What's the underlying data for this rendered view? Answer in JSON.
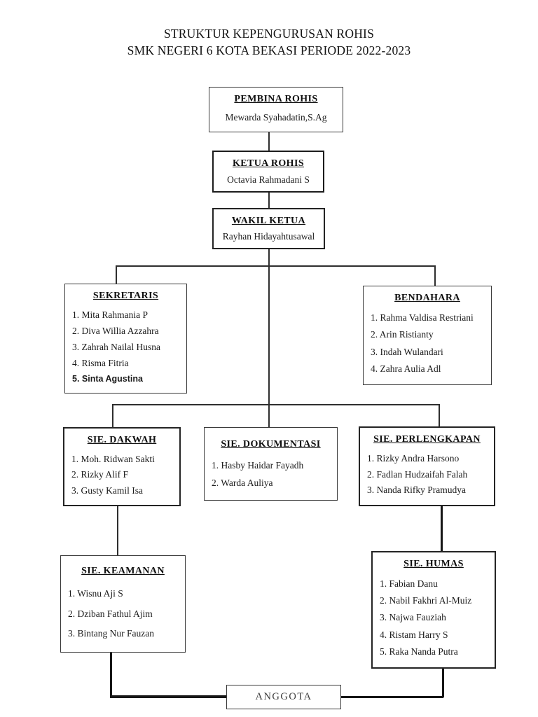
{
  "page": {
    "title_line1": "STRUKTUR KEPENGURUSAN ROHIS",
    "title_line2": "SMK NEGERI 6 KOTA BEKASI PERIODE 2022-2023"
  },
  "boxes": {
    "pembina": {
      "heading": "PEMBINA ROHIS",
      "members": [
        "Mewarda Syahadatin,S.Ag"
      ]
    },
    "ketua": {
      "heading": "KETUA ROHIS",
      "members": [
        "Octavia Rahmadani S"
      ]
    },
    "wakil": {
      "heading": "WAKIL KETUA",
      "members": [
        "Rayhan Hidayahtusawal"
      ]
    },
    "sekretaris": {
      "heading": "SEKRETARIS",
      "members": [
        "1. Mita Rahmania P",
        "2. Diva Willia Azzahra",
        "3. Zahrah Nailal Husna",
        "4. Risma Fitria",
        "5. Sinta Agustina"
      ]
    },
    "bendahara": {
      "heading": "BENDAHARA",
      "members": [
        "1. Rahma Valdisa Restriani",
        "2. Arin Ristianty",
        "3. Indah Wulandari",
        "4. Zahra Aulia Adl"
      ]
    },
    "dakwah": {
      "heading": "SIE. DAKWAH",
      "members": [
        "1. Moh. Ridwan Sakti",
        "2. Rizky Alif F",
        "3. Gusty Kamil Isa"
      ]
    },
    "dokumentasi": {
      "heading": "SIE. DOKUMENTASI",
      "members": [
        "1. Hasby Haidar Fayadh",
        "2. Warda Auliya"
      ]
    },
    "perlengkapan": {
      "heading": "SIE. PERLENGKAPAN",
      "members": [
        "1. Rizky Andra Harsono",
        "2. Fadlan Hudzaifah Falah",
        "3. Nanda Rifky Pramudya"
      ]
    },
    "keamanan": {
      "heading": "SIE. KEAMANAN",
      "members": [
        "1. Wisnu Aji S",
        "2. Dziban Fathul Ajim",
        "3. Bintang Nur Fauzan"
      ]
    },
    "humas": {
      "heading": "SIE. HUMAS",
      "members": [
        "1. Fabian Danu",
        "2. Nabil Fakhri Al-Muiz",
        "3. Najwa Fauziah",
        "4. Ristam Harry S",
        "5. Raka Nanda Putra"
      ]
    },
    "anggota": {
      "heading": "ANGGOTA"
    }
  },
  "colors": {
    "line": "#2e2e2e",
    "text": "#1b1b1b",
    "page_background": "#ffffff"
  }
}
